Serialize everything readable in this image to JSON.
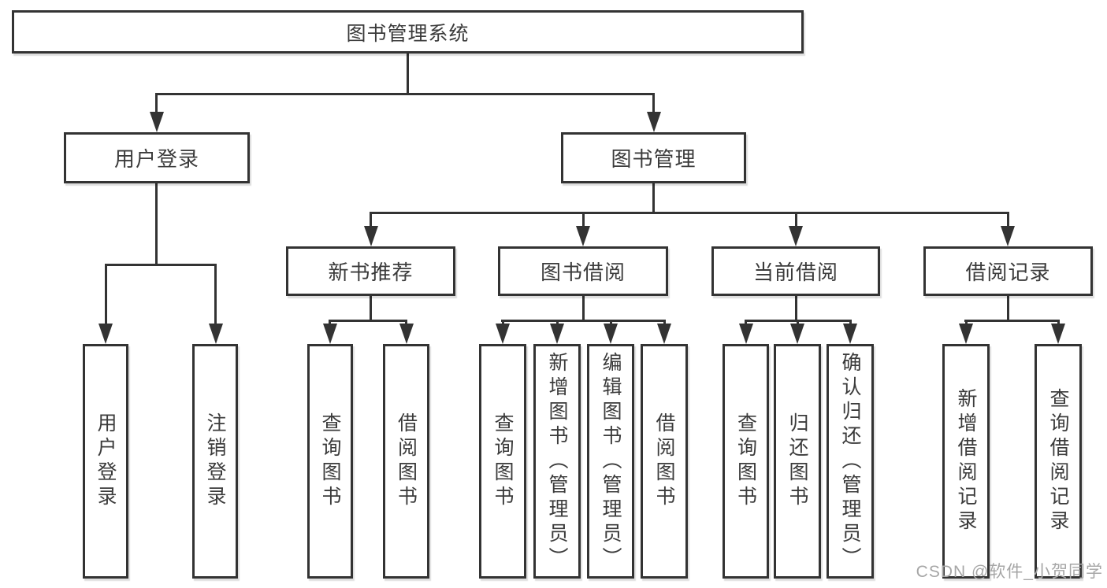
{
  "colors": {
    "line": "#333333",
    "box_border": "#333333",
    "text": "#3b3b3b",
    "watermark": "#a6a6a6",
    "bg": "#ffffff"
  },
  "tree": {
    "root": {
      "label": "图书管理系统"
    },
    "branches": [
      {
        "label": "用户登录",
        "children": [
          {
            "label": "用户登录"
          },
          {
            "label": "注销登录"
          }
        ]
      },
      {
        "label": "图书管理",
        "children": [
          {
            "label": "新书推荐",
            "children": [
              {
                "label": "查询图书"
              },
              {
                "label": "借阅图书"
              }
            ]
          },
          {
            "label": "图书借阅",
            "children": [
              {
                "label": "查询图书"
              },
              {
                "label": "新增图书（管理员）"
              },
              {
                "label": "编辑图书（管理员）"
              },
              {
                "label": "借阅图书"
              }
            ]
          },
          {
            "label": "当前借阅",
            "children": [
              {
                "label": "查询图书"
              },
              {
                "label": "归还图书"
              },
              {
                "label": "确认归还（管理员）"
              }
            ]
          },
          {
            "label": "借阅记录",
            "children": [
              {
                "label": "新增借阅记录"
              },
              {
                "label": "查询借阅记录"
              }
            ]
          }
        ]
      }
    ]
  },
  "watermark": {
    "text": "CSDN @软件_小贺同学"
  }
}
